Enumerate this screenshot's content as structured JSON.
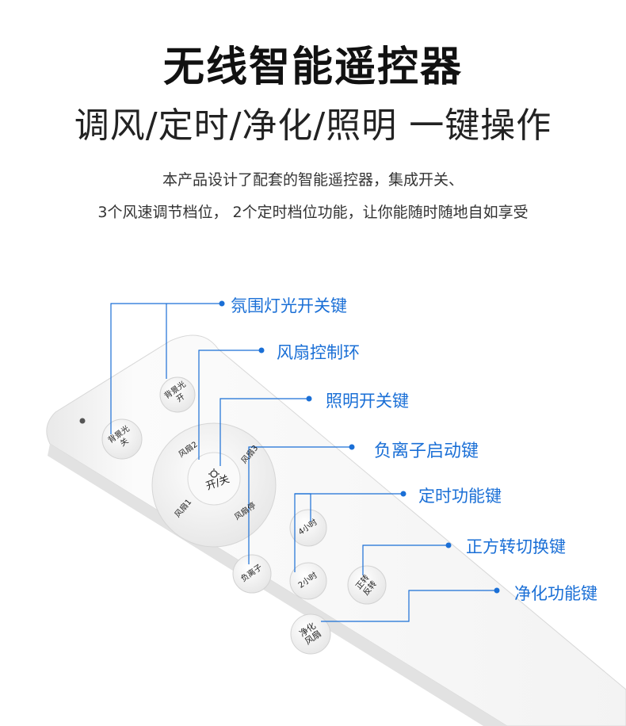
{
  "header": {
    "title": "无线智能遥控器",
    "subtitle": "调风/定时/净化/照明 一键操作",
    "desc_line1": "本产品设计了配套的智能遥控器，集成开关、",
    "desc_line2": "3个风速调节档位， 2个定时档位功能，让你能随时随地自如享受"
  },
  "callouts": [
    {
      "label": "氛围灯光开关键"
    },
    {
      "label": "风扇控制环"
    },
    {
      "label": "照明开关键"
    },
    {
      "label": "负离子启动键"
    },
    {
      "label": "定时功能键"
    },
    {
      "label": "正方转切换键"
    },
    {
      "label": "净化功能键"
    }
  ],
  "remote": {
    "btn_ambient_off": "背景光\n关",
    "btn_ambient_on": "背景光\n开",
    "ring_fan2": "风扇2",
    "ring_fan3": "风扇3",
    "ring_fan1": "风扇1",
    "ring_fan_stop": "风扇停",
    "center_light": "开/关",
    "btn_ion": "负离子",
    "btn_4h": "4小时",
    "btn_2h": "2小时",
    "btn_reverse": "正转\n反转",
    "btn_purify": "净化\n风扇"
  },
  "colors": {
    "accent": "#1a6fd6",
    "remote_body": "#f7f7f7",
    "button": "#f4f4f4"
  }
}
